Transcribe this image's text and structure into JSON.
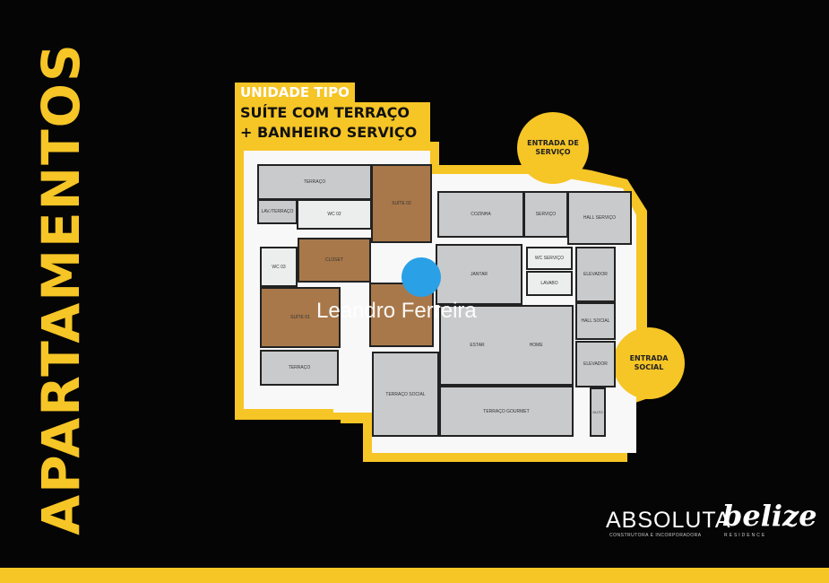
{
  "side_title": "APARTAMENTOS",
  "header": {
    "line1": "UNIDADE TIPO",
    "line2": "SUÍTE COM TERRAÇO",
    "line3": "+ BANHEIRO SERVIÇO"
  },
  "badges": {
    "service_entrance": "ENTRADA DE SERVIÇO",
    "social_entrance": "ENTRADA SOCIAL"
  },
  "rooms": {
    "terraco": "TERRAÇO",
    "lav_terraco": "LAV./TERRAÇO",
    "wc02": "WC 02",
    "dorm": "SUÍTE 02",
    "cozinha": "COZINHA",
    "servico": "SERVIÇO",
    "hall_servico": "HALL SERVIÇO",
    "wc_servico": "WC SERVIÇO",
    "lavabo": "LAVABO",
    "elevador1": "ELEVADOR",
    "hall_social": "HALL SOCIAL",
    "elevador2": "ELEVADOR",
    "closet": "CLOSET",
    "jantar": "JANTAR",
    "suite01": "SUÍTE 01",
    "terraco2": "TERRAÇO",
    "estar": "ESTAR",
    "home": "HOME",
    "terraco_social": "TERRAÇO SOCIAL",
    "terraco_gourmet": "TERRAÇO GOURMET",
    "duto": "DUTO",
    "wc03": "WC 03"
  },
  "watermark": "Leandro Ferreira",
  "logos": {
    "absoluta": "ABSOLUTA",
    "absoluta_sub": "CONSTRUTORA E INCORPORADORA",
    "belize": "belize",
    "belize_sub": "RESIDENCE"
  },
  "colors": {
    "accent": "#f6c526",
    "background": "#050505"
  }
}
